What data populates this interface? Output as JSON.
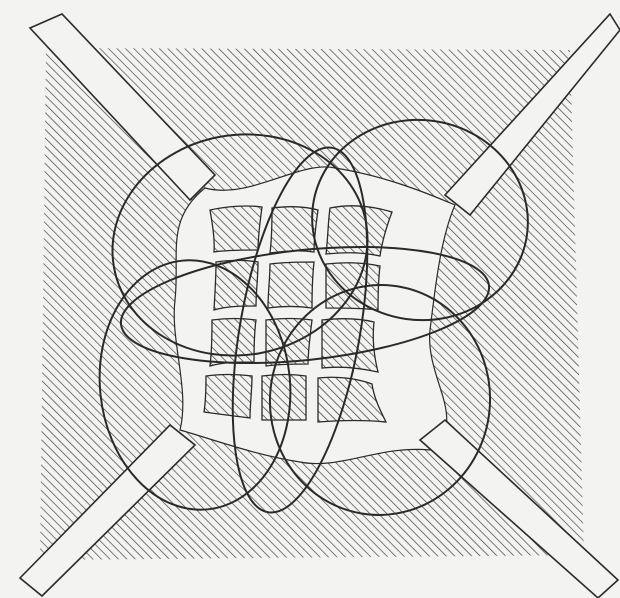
{
  "figure": {
    "description_text": "",
    "colors": {
      "paper": "#f3f3f1",
      "ink": "#2a2a2a",
      "hatch": "#3a3a3a",
      "channel": "#f3f3f1"
    },
    "elements": [
      "hatched-square",
      "diagonal-channels",
      "overlapping-ellipses",
      "central-hatched-grid"
    ]
  }
}
